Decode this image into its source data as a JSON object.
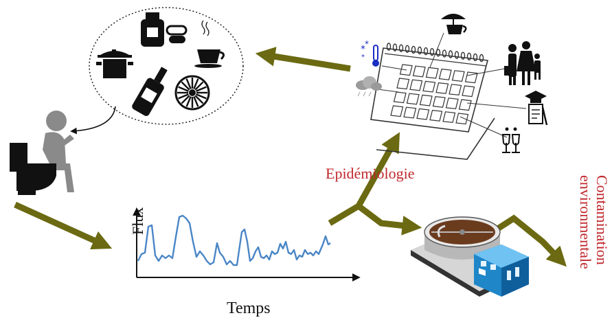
{
  "labels": {
    "epidemiology": "Epidémiologie",
    "contamination": "Contamination\nenvironmentale"
  },
  "chart": {
    "xlabel": "Temps",
    "ylabel": "Flux",
    "line_color": "#4a86c6"
  },
  "colors": {
    "arrow": "#6b6a12",
    "label_red": "#c0282d",
    "building_blue": "#1f86c8"
  },
  "icons": [
    "person-on-toilet-icon",
    "medicine-bottle-icon",
    "pills-icon",
    "coffee-cup-icon",
    "cooking-pot-icon",
    "wine-bottle-icon",
    "tobacco-wheel-icon",
    "calendar-icon",
    "thermometer-snow-icon",
    "rain-cloud-icon",
    "umbrella-cup-icon",
    "family-icon",
    "graduation-cap-icon",
    "champagne-glasses-icon",
    "treatment-plant-icon"
  ]
}
